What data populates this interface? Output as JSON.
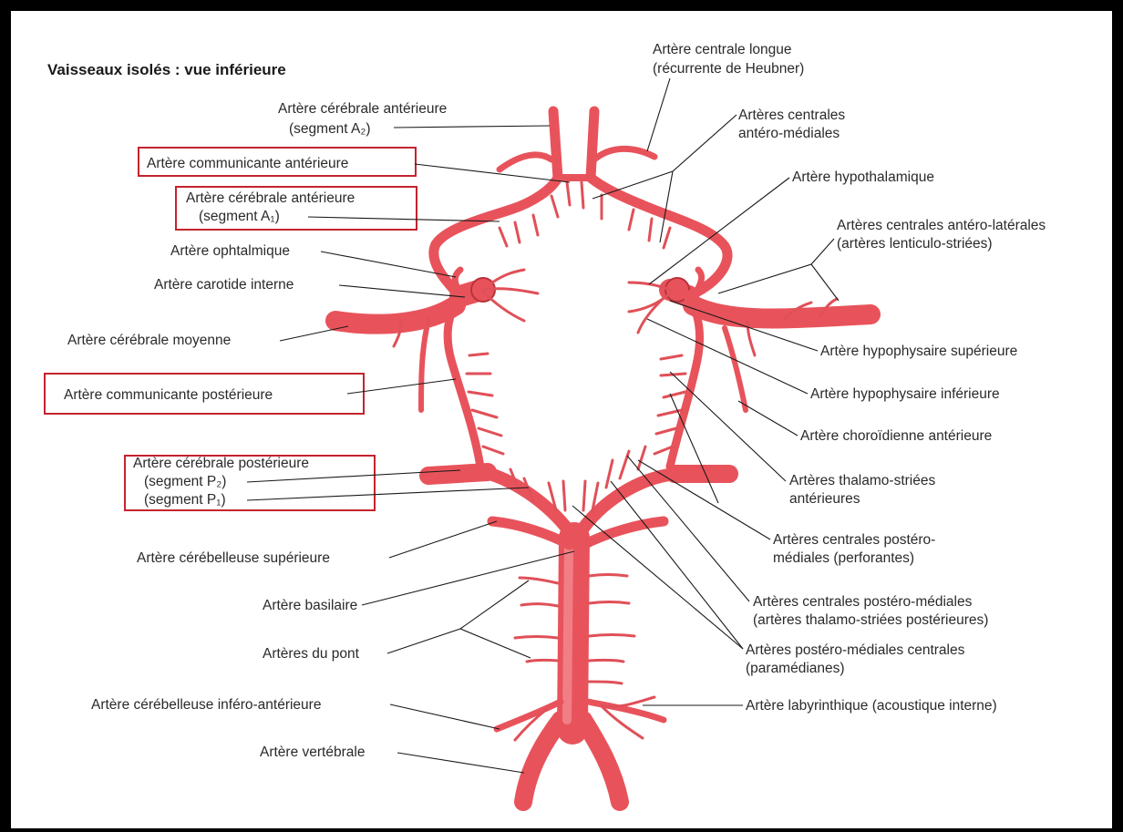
{
  "title": "Vaisseaux isolés : vue inférieure",
  "colors": {
    "vessel": "#e8535b",
    "highlight_box": "#c4232e",
    "frame": "#000000"
  },
  "labels_left": {
    "aca_a2_l1": "Artère cérébrale antérieure",
    "aca_a2_l2": "(segment A₂)",
    "acom": "Artère communicante antérieure",
    "aca_a1_l1": "Artère cérébrale antérieure",
    "aca_a1_l2": "(segment A₁)",
    "ophthalmic": "Artère ophtalmique",
    "ica": "Artère carotide interne",
    "mca": "Artère cérébrale moyenne",
    "pcom": "Artère communicante postérieure",
    "pca_l1": "Artère cérébrale postérieure",
    "pca_p2": "(segment P₂)",
    "pca_p1": "(segment P₁)",
    "sca": "Artère cérébelleuse supérieure",
    "basilar": "Artère basilaire",
    "pontine": "Artères du pont",
    "aica": "Artère cérébelleuse inféro-antérieure",
    "vertebral": "Artère vertébrale"
  },
  "labels_right": {
    "heubner_l1": "Artère centrale longue",
    "heubner_l2": "(récurrente de Heubner)",
    "anteromedial_l1": "Artères centrales",
    "anteromedial_l2": "antéro-médiales",
    "hypothalamic": "Artère hypothalamique",
    "anterolateral_l1": "Artères centrales antéro-latérales",
    "anterolateral_l2": "(artères lenticulo-striées)",
    "sup_hypophyseal": "Artère hypophysaire supérieure",
    "inf_hypophyseal": "Artère hypophysaire inférieure",
    "ant_choroidal": "Artère choroïdienne antérieure",
    "thalamostriate_ant_l1": "Artères thalamo-striées",
    "thalamostriate_ant_l2": "antérieures",
    "posteromedial_perf_l1": "Artères centrales postéro-",
    "posteromedial_perf_l2": "médiales (perforantes)",
    "posteromedial_thal_l1": "Artères centrales postéro-médiales",
    "posteromedial_thal_l2": "(artères thalamo-striées postérieures)",
    "paramedian_l1": "Artères postéro-médiales centrales",
    "paramedian_l2": "(paramédianes)",
    "labyrinthine": "Artère labyrinthique (acoustique interne)"
  }
}
